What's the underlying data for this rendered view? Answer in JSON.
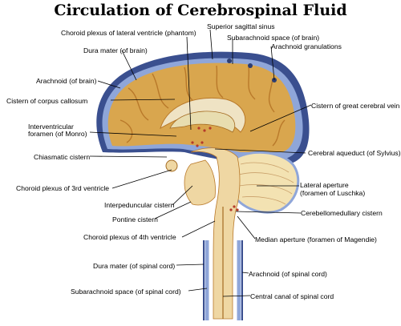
{
  "title": "Circulation of Cerebrospinal Fluid",
  "labels": {
    "choroid_plexus_lateral": "Choroid plexus of lateral ventricle (phantom)",
    "superior_sagittal_sinus": "Superior sagittal sinus",
    "subarachnoid_brain": "Subarachnoid space (of brain)",
    "arachnoid_granulations": "Arachnoid granulations",
    "dura_brain": "Dura mater (of brain)",
    "arachnoid_brain": "Arachnoid (of brain)",
    "cistern_corpus": "Cistern of corpus callosum",
    "cistern_great_vein": "Cistern of great cerebral vein",
    "interventricular_1": "Interventricular",
    "interventricular_2": "foramen (of Monro)",
    "chiasmatic": "Chiasmatic cistern",
    "cerebral_aqueduct": "Cerebral aqueduct (of Sylvius)",
    "lateral_aperture_1": "Lateral aperture",
    "lateral_aperture_2": "(foramen of Luschka)",
    "choroid_3rd": "Choroid plexus of 3rd ventricle",
    "interpeduncular": "Interpeduncular cistern",
    "cerebellomedullary": "Cerebellomedullary cistern",
    "pontine": "Pontine cistern",
    "choroid_4th": "Choroid plexus of 4th ventricle",
    "median_aperture": "Median aperture (foramen of Magendie)",
    "dura_spinal": "Dura mater (of spinal cord)",
    "arachnoid_spinal": "Arachnoid (of spinal cord)",
    "subarachnoid_spinal": "Subarachnoid space (of spinal cord)",
    "central_canal": "Central canal of spinal cord"
  },
  "colors": {
    "dura": "#3a4f8f",
    "subarachnoid": "#8fa6d9",
    "brain": "#d9a64e",
    "brain_dark": "#b9792a",
    "ventricle": "#e8ddb0",
    "stem": "#efd7a3",
    "cerebellum": "#f3e2b2",
    "leader": "#000000"
  }
}
